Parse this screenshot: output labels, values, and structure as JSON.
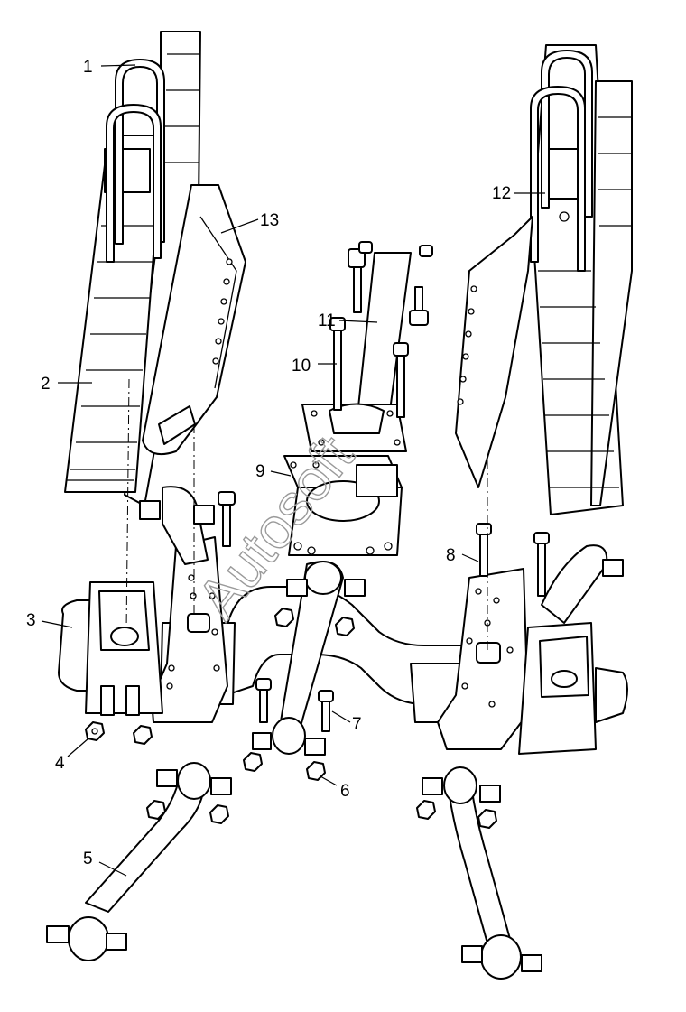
{
  "diagram": {
    "watermark": "Autosoft",
    "callouts": {
      "c1": "1",
      "c2": "2",
      "c3": "3",
      "c4": "4",
      "c5": "5",
      "c6": "6",
      "c7": "7",
      "c8": "8",
      "c9": "9",
      "c10": "10",
      "c11": "11",
      "c12": "12",
      "c13": "13"
    }
  }
}
